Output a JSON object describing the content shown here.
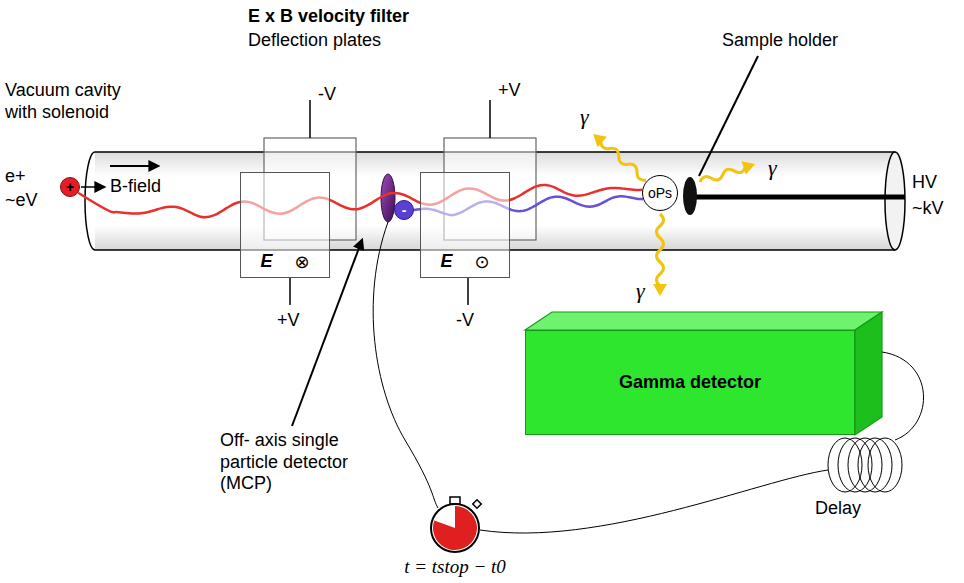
{
  "diagram": {
    "title": "E x B velocity filter",
    "nodes": [
      {
        "text": [
          "+"
        ]
      },
      {
        "text": [
          "E",
          "⊗"
        ]
      },
      {
        "text": [
          "-"
        ]
      },
      {
        "text": [
          "E",
          "⊙"
        ]
      },
      {
        "text": [
          "oPs"
        ]
      },
      {
        "text": [
          "Gamma detector"
        ]
      }
    ],
    "edges": [
      {
        "from": 0,
        "to": 4,
        "arrow": "none"
      },
      {
        "from": 4,
        "to": 2,
        "arrow": "none"
      }
    ],
    "labels": [
      "Deflection plates",
      "Vacuum cavity with solenoid",
      "B-field",
      "e+",
      "~eV",
      "-V",
      "+V",
      "+V",
      "-V",
      "Sample holder",
      "HV",
      "~kV",
      "γ",
      "γ",
      "γ",
      "Off- axis single particle detector (MCP)",
      "Delay",
      "t = tstop − t0"
    ]
  }
}
